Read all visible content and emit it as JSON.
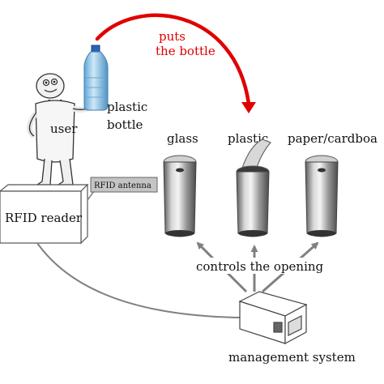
{
  "labels": {
    "puts_line1": "puts",
    "puts_line2": "the bottle",
    "plastic_line1": "plastic",
    "plastic_line2": "bottle",
    "user": "user",
    "rfid_antenna": "RFID antenna",
    "rfid_reader": "RFID reader",
    "bin_glass": "glass",
    "bin_plastic": "plastic",
    "bin_paper": "paper/cardboa",
    "controls": "controls the opening",
    "management": "management system"
  },
  "colors": {
    "arrow_red": "#e00000",
    "line_gray": "#808080",
    "antenna_fill": "#c4c4c4",
    "bottle_blue": "#8fc3e3",
    "steel": "#b8b8b8",
    "bin_dark": "#3a3a3a"
  },
  "icons": [
    "user-mascot-icon",
    "plastic-bottle-icon",
    "rfid-antenna-icon",
    "rfid-reader-box-icon",
    "trash-bin-icon",
    "management-box-icon"
  ]
}
